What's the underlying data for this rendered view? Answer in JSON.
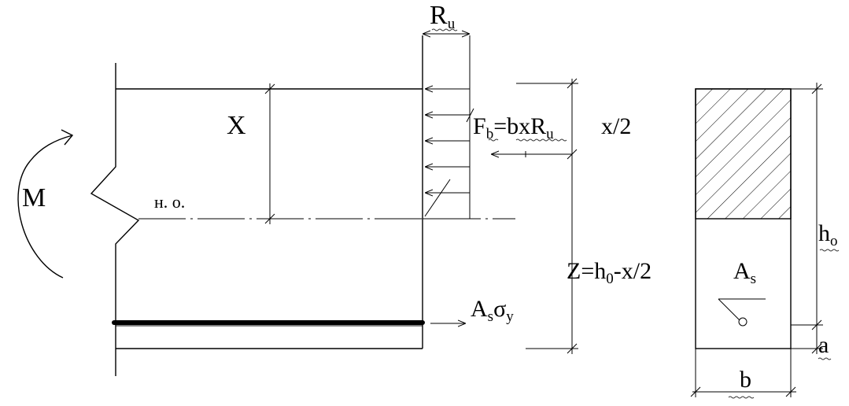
{
  "labels": {
    "ru_main": "R",
    "ru_sub": "u",
    "x_height": "X",
    "moment": "M",
    "neutral_axis": "н. о.",
    "fb_main": "F",
    "fb_sub": "b",
    "fb_eq": "=bxR",
    "fb_eq_sub": "u",
    "x_half": "x/2",
    "z_main": "Z=h",
    "z_sub": "0",
    "z_rest": "-x/2",
    "as_sigma_main": "A",
    "as_sigma_sub1": "s",
    "as_sigma_sigma": "σ",
    "as_sigma_sub2": "y",
    "section_as_main": "A",
    "section_as_sub": "s",
    "h0_main": "h",
    "h0_sub": "o",
    "a_label": "a",
    "b_label": "b"
  },
  "colors": {
    "line": "#000000",
    "background": "#ffffff"
  }
}
